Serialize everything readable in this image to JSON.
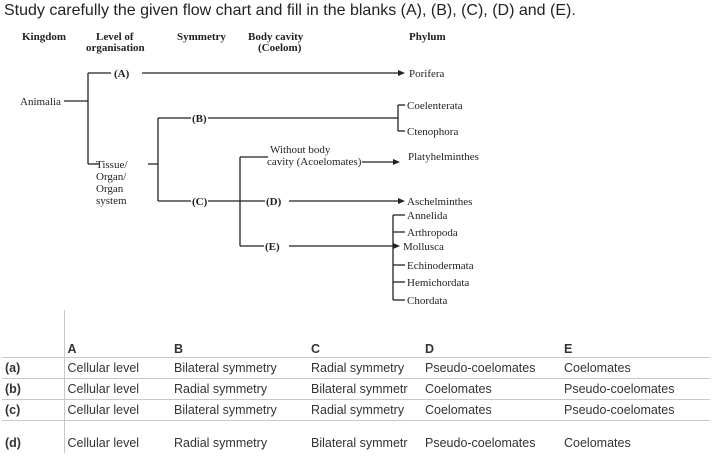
{
  "question": "Study carefully the given flow chart and fill in the blanks (A), (B), (C), (D) and (E).",
  "flowchart": {
    "headers": {
      "kingdom": "Kingdom",
      "level_line1": "Level of",
      "level_line2": "organisation",
      "symmetry": "Symmetry",
      "cavity_line1": "Body cavity",
      "cavity_line2": "(Coelom)",
      "phylum": "Phylum"
    },
    "kingdom_name": "Animalia",
    "blank_a": "(A)",
    "blank_b": "(B)",
    "blank_c": "(C)",
    "blank_d": "(D)",
    "blank_e": "(E)",
    "tissue_line1": "Tissue/",
    "tissue_line2": "Organ/",
    "tissue_line3": "Organ",
    "tissue_line4": "system",
    "without_cavity_line1": "Without body",
    "without_cavity_line2": "cavity (Acoelomates)",
    "phyla": {
      "porifera": "Porifera",
      "coelenterata": "Coelenterata",
      "ctenophora": "Ctenophora",
      "platyhelminthes": "Platyhelminthes",
      "aschelminthes": "Aschelminthes",
      "annelida": "Annelida",
      "arthropoda": "Arthropoda",
      "mollusca": "Mollusca",
      "echinodermata": "Echinodermata",
      "hemichordata": "Hemichordata",
      "chordata": "Chordata"
    }
  },
  "options_table": {
    "columns": [
      "A",
      "B",
      "C",
      "D",
      "E"
    ],
    "rows": [
      {
        "option": "(a)",
        "values": [
          "Cellular level",
          "Bilateral symmetry",
          "Radial symmetry",
          "Pseudo-coelomates",
          "Coelomates"
        ]
      },
      {
        "option": "(b)",
        "values": [
          "Cellular level",
          "Radial symmetry",
          "Bilateral symmetr",
          "Coelomates",
          "Pseudo-coelomates"
        ]
      },
      {
        "option": "(c)",
        "values": [
          "Cellular level",
          "Bilateral symmetry",
          "Radial symmetry",
          "Coelomates",
          "Pseudo-coelomates"
        ]
      },
      {
        "option": "(d)",
        "values": [
          "Cellular level",
          "Radial symmetry",
          "Bilateral symmetr",
          "Pseudo-coelomates",
          "Coelomates"
        ]
      }
    ]
  }
}
